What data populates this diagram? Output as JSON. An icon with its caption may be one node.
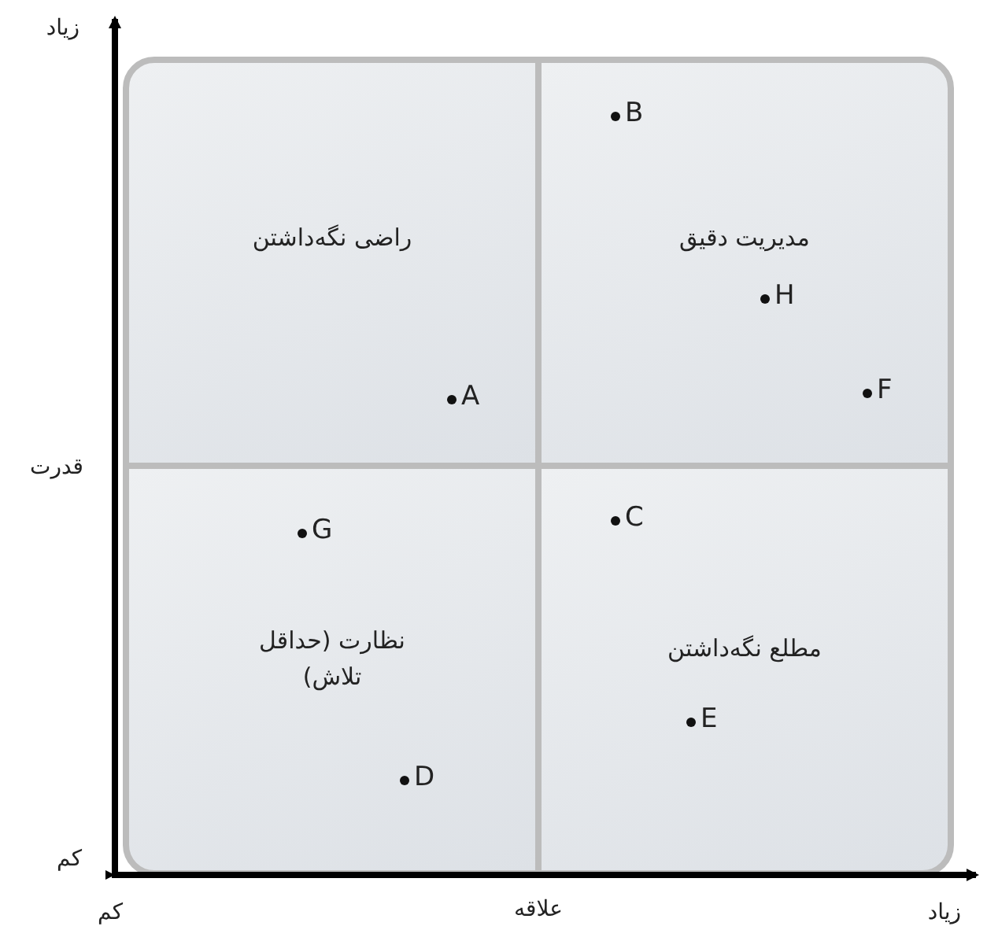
{
  "diagram": {
    "nodes": [
      {
        "text": [
          "راضی نگه‌داشتن"
        ]
      },
      {
        "text": [
          "مدیریت دقیق"
        ]
      },
      {
        "text": [
          "نظارت (حداقل تلاش)"
        ]
      },
      {
        "text": [
          "مطلع نگه‌داشتن"
        ]
      }
    ],
    "edges": [],
    "labels": [
      "زیاد",
      "B",
      "H",
      "A",
      "F",
      "قدرت",
      "C",
      "G",
      "E",
      "D",
      "کم",
      "کم",
      "علاقه",
      "زیاد"
    ]
  }
}
